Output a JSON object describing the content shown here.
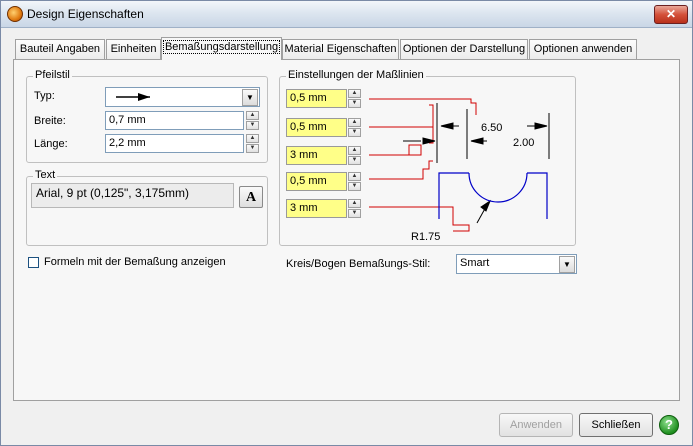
{
  "window": {
    "title": "Design Eigenschaften",
    "close_label": "✕"
  },
  "tabs": [
    {
      "label": "Bauteil Angaben"
    },
    {
      "label": "Einheiten"
    },
    {
      "label": "Bemaßungsdarstellung"
    },
    {
      "label": "Material Eigenschaften"
    },
    {
      "label": "Optionen der Darstellung"
    },
    {
      "label": "Optionen anwenden"
    }
  ],
  "arrow_style": {
    "group_label": "Pfeilstil",
    "typ_label": "Typ:",
    "breite_label": "Breite:",
    "breite_value": "0,7 mm",
    "laenge_label": "Länge:",
    "laenge_value": "2,2 mm"
  },
  "text_group": {
    "group_label": "Text",
    "font_value": "Arial, 9 pt (0,125\", 3,175mm)",
    "font_button": "A"
  },
  "formulas_checkbox": {
    "label": "Formeln mit der Bemaßung anzeigen",
    "checked": false
  },
  "dim_lines": {
    "group_label": "Einstellungen der Maßlinien",
    "values": [
      "0,5 mm",
      "0,5 mm",
      "3 mm",
      "0,5 mm",
      "3 mm"
    ],
    "preview": {
      "dim1": "6.50",
      "dim2": "2.00",
      "radius": "R1.75"
    }
  },
  "arc_style": {
    "label": "Kreis/Bogen Bemaßungs-Stil:",
    "value": "Smart"
  },
  "buttons": {
    "apply": "Anwenden",
    "close": "Schließen",
    "help": "?"
  },
  "colors": {
    "yellow_field": "#ffff88",
    "red_leader": "#d00000",
    "blue_preview": "#0000c8"
  }
}
